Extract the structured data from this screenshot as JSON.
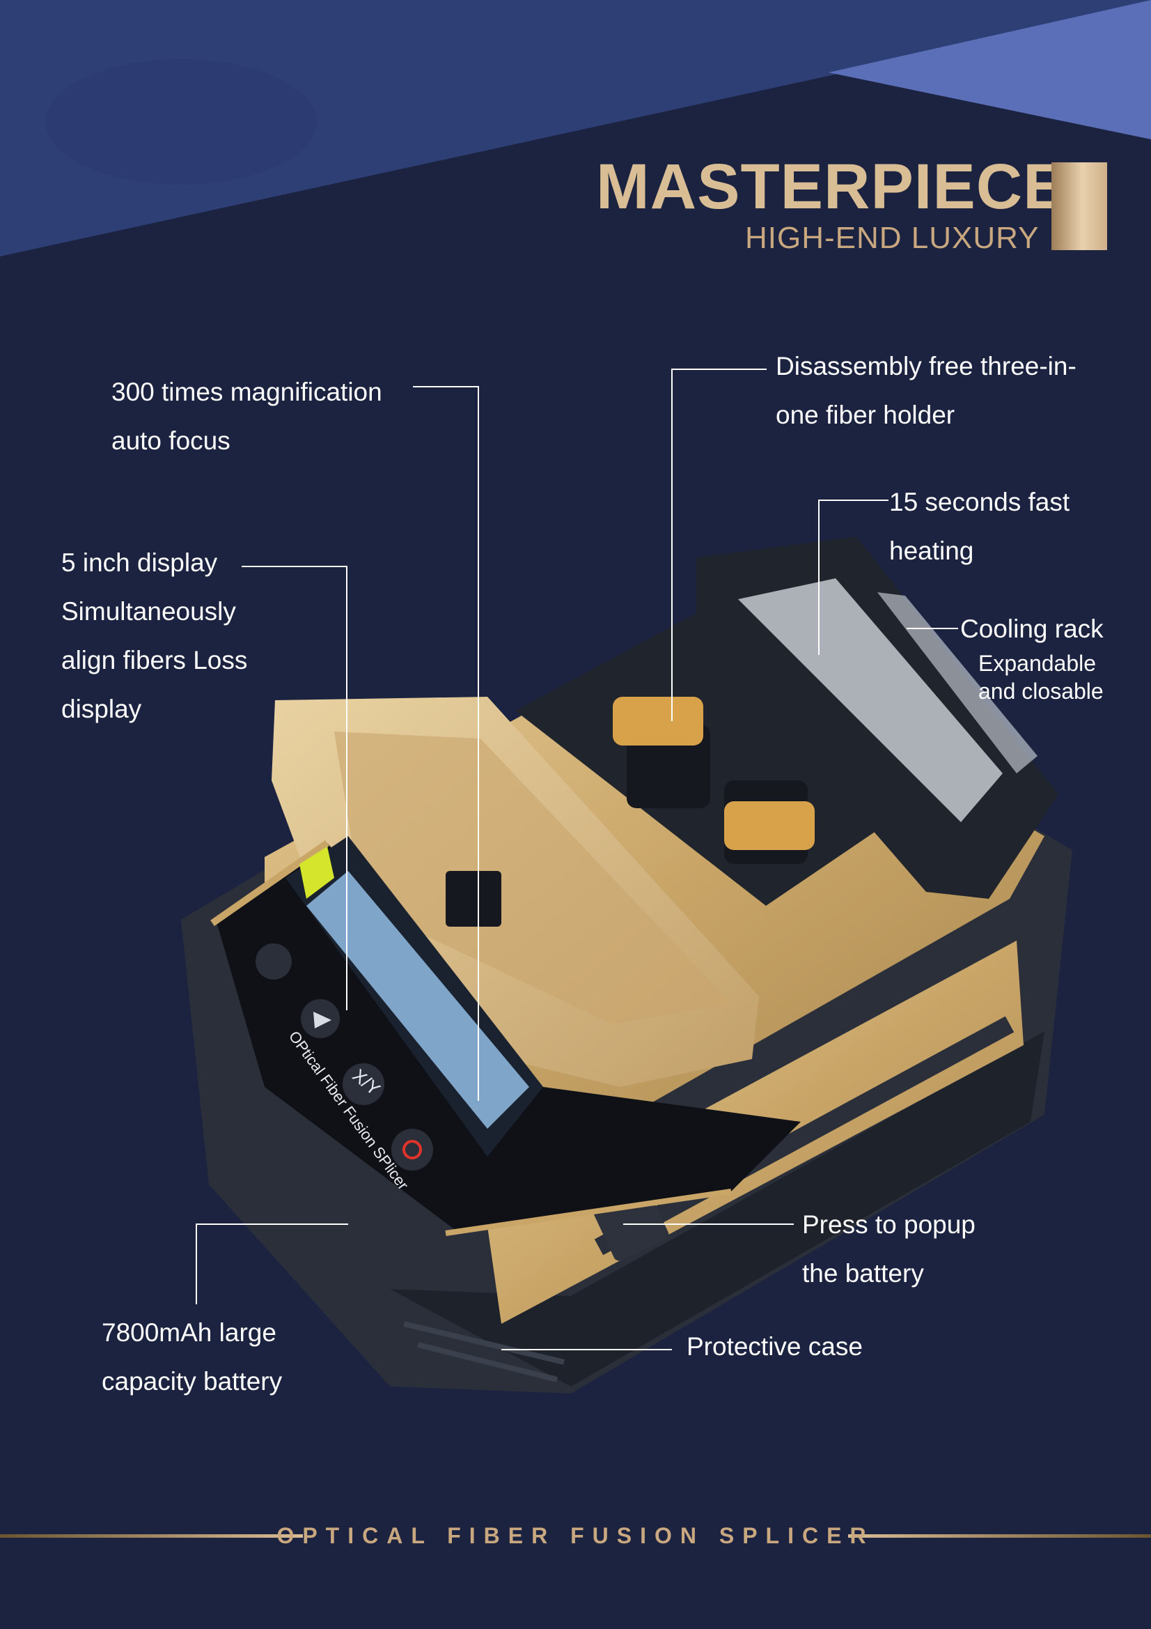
{
  "header": {
    "title": "MASTERPIECE",
    "subtitle": "HIGH-END LUXURY"
  },
  "colors": {
    "background": "#1b2340",
    "band_dark": "#2e3f76",
    "band_light": "#5b6fb8",
    "gold": "#d9bd94",
    "body_gold": "#d6b57a",
    "case_dark": "#2a2f3a"
  },
  "callouts": {
    "magnification": [
      "300 times magnification",
      "auto focus"
    ],
    "display": [
      "5 inch display",
      "Simultaneously",
      "align fibers Loss",
      "display"
    ],
    "holder": [
      "Disassembly free three-in-",
      "one fiber holder"
    ],
    "heating": [
      "15 seconds fast",
      "heating"
    ],
    "cooling_title": "Cooling rack",
    "cooling_sub": [
      "Expandable",
      "and closable"
    ],
    "battery_popup": [
      "Press to popup",
      "the battery"
    ],
    "case": "Protective case",
    "battery": [
      "7800mAh large",
      "capacity battery"
    ]
  },
  "device": {
    "screen_label": "OPtical Fiber Fusion SPlicer",
    "button_xy": "X/Y"
  },
  "footer": {
    "text": "OPTICAL FIBER FUSION SPLICER"
  }
}
